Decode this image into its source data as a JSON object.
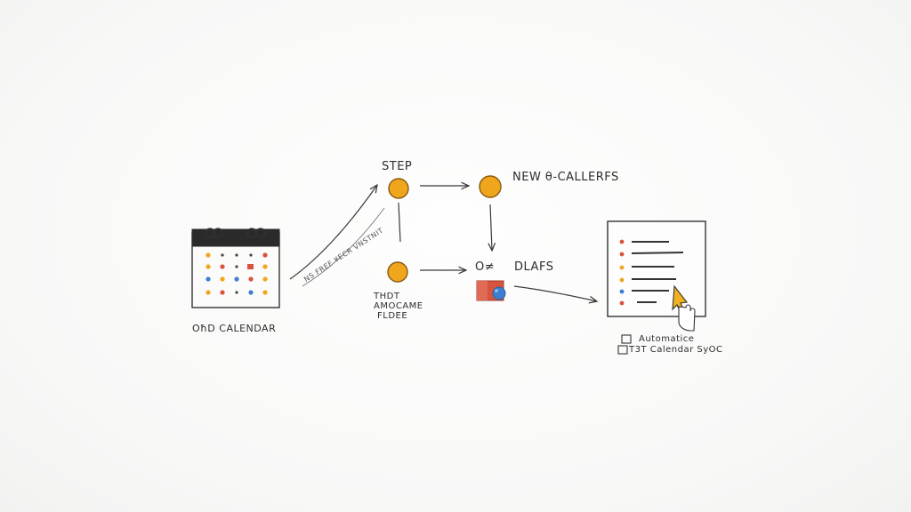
{
  "labels": {
    "step": "STEP",
    "new_calendars": "NEW θ-CALLERFS",
    "old_calendar": "OħD CALENDAR",
    "arrow_note": "NS FREF ¥ECR VNSTNIT",
    "third_line1": "THDT",
    "third_line2": "AMOCAME",
    "third_line3": "FLDEE",
    "of": "O≠",
    "dlafs": "DLAFS",
    "checklist_line1": "Automatice",
    "checklist_line2": "T3T Calendar SyOC"
  },
  "colors": {
    "node_fill": "#f0a61c",
    "node_stroke": "#8a5a10",
    "red": "#d8543f",
    "blue": "#3d7fd0",
    "pencil": "#3a3a3a",
    "cursor_fill": "#f2b21d"
  },
  "icons": {
    "calendar": "calendar-icon",
    "cursor": "cursor-icon",
    "checklist": "document-icon",
    "sync": "sync-icon"
  }
}
